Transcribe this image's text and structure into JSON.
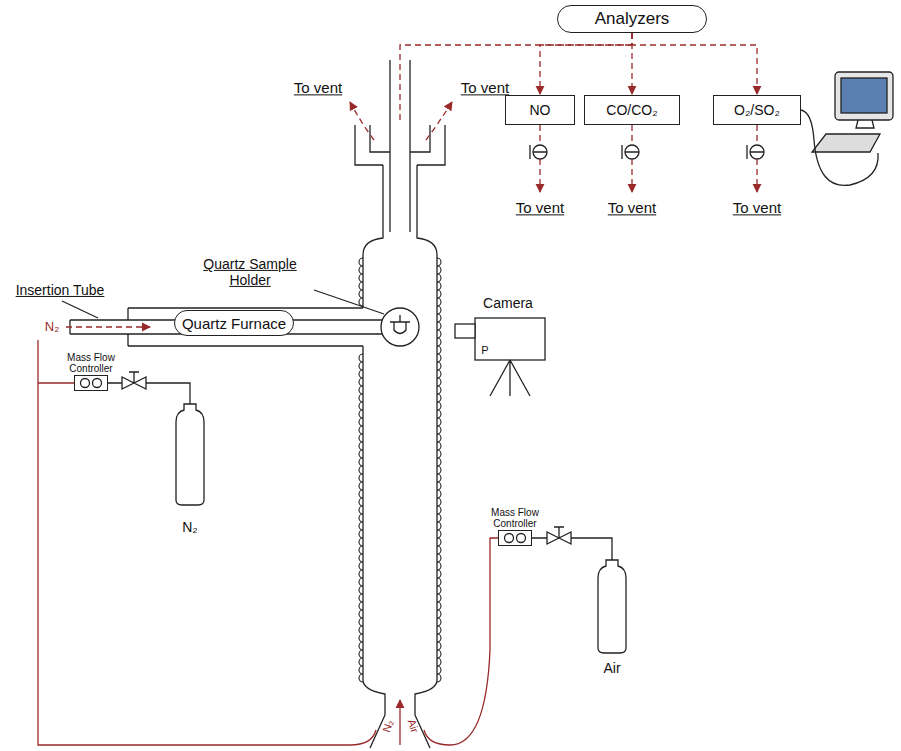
{
  "diagram": {
    "nodes": [
      {
        "text": [
          "Analyzers"
        ]
      },
      {
        "text": [
          "NO"
        ]
      },
      {
        "text": [
          "CO/CO₂"
        ]
      },
      {
        "text": [
          "O₂/SO₂"
        ]
      },
      {
        "text": [
          "Quartz Furnace"
        ]
      },
      {
        "text": [
          "Mass Flow Controller"
        ]
      },
      {
        "text": [
          "Mass Flow Controller"
        ]
      }
    ],
    "edges": [
      {
        "from": 0,
        "to": 1,
        "arrow": "to"
      },
      {
        "from": 0,
        "to": 2,
        "arrow": "to"
      },
      {
        "from": 0,
        "to": 3,
        "arrow": "to"
      }
    ],
    "labels": [
      "To vent",
      "To vent",
      "To vent",
      "To vent",
      "To vent",
      "Quartz Sample Holder",
      "Insertion Tube",
      "Camera",
      "P",
      "N₂",
      "N₂",
      "Air",
      "N₂",
      "Air"
    ]
  }
}
